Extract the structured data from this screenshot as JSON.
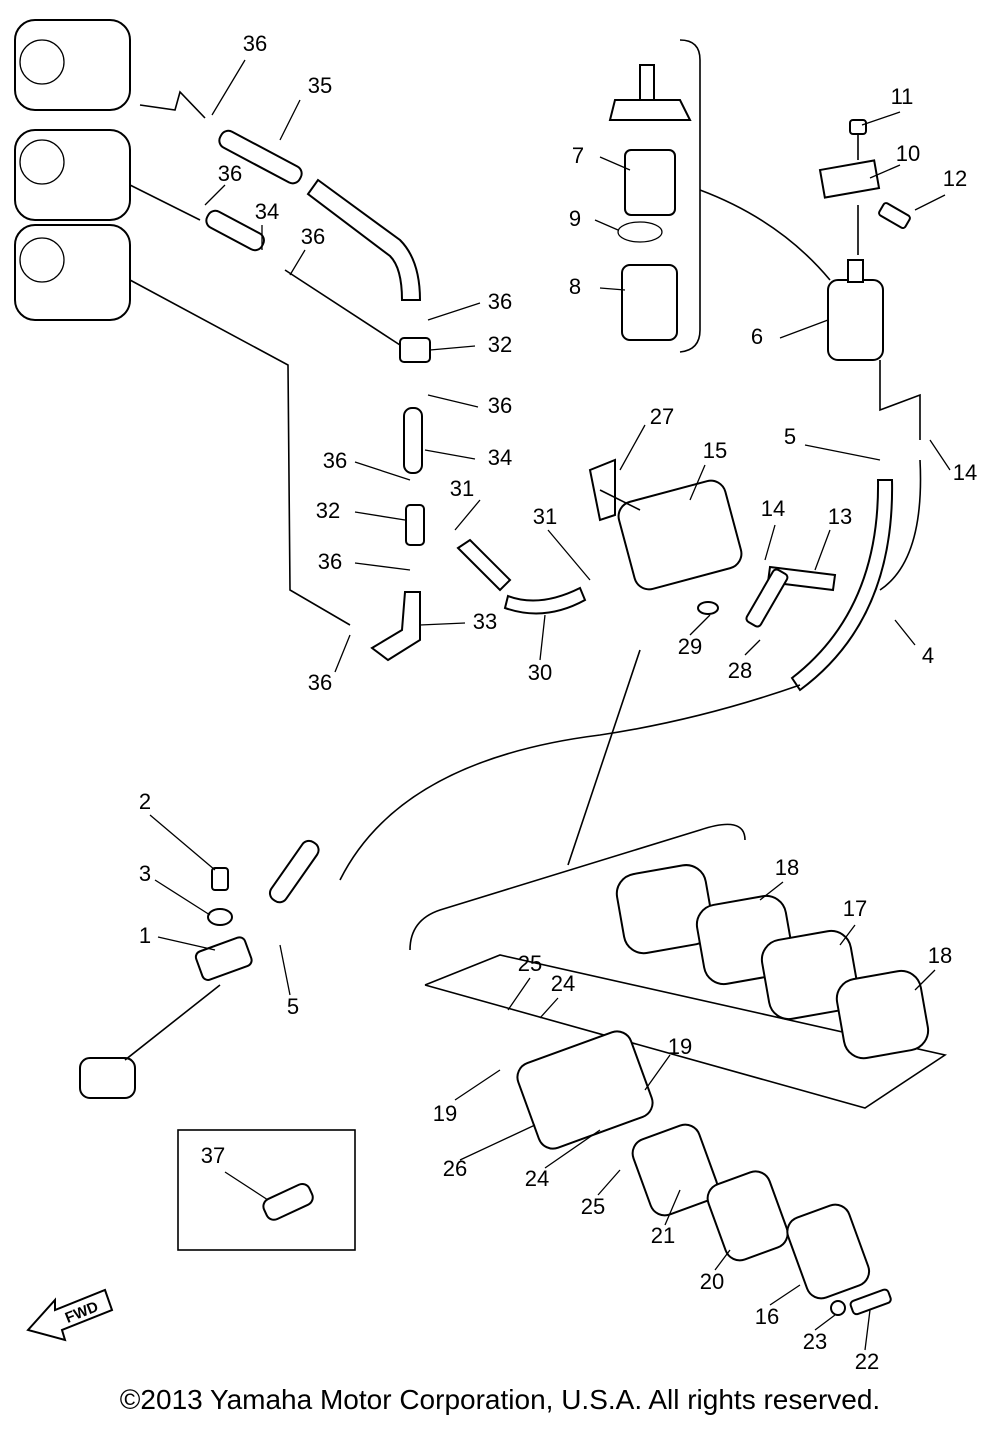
{
  "callouts": [
    "36",
    "35",
    "11",
    "7",
    "10",
    "12",
    "36",
    "34",
    "36",
    "9",
    "8",
    "6",
    "36",
    "32",
    "36",
    "27",
    "15",
    "5",
    "14",
    "34",
    "36",
    "31",
    "32",
    "31",
    "14",
    "13",
    "36",
    "33",
    "30",
    "29",
    "28",
    "4",
    "36",
    "2",
    "18",
    "3",
    "17",
    "1",
    "18",
    "25",
    "24",
    "5",
    "19",
    "19",
    "37",
    "26",
    "24",
    "25",
    "21",
    "20",
    "16",
    "23",
    "22"
  ],
  "fwd_label": "FWD",
  "copyright": "©2013 Yamaha Motor Corporation, U.S.A. All rights reserved."
}
